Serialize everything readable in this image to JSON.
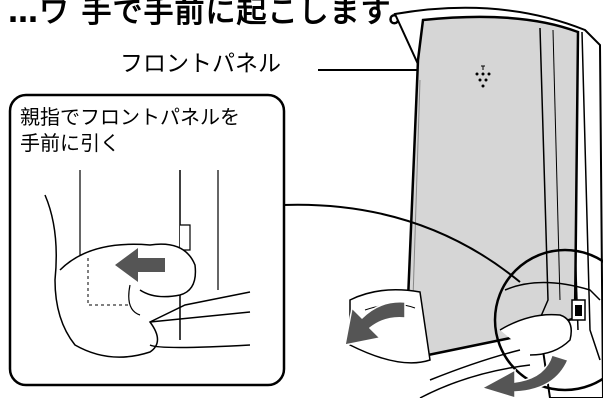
{
  "top_text": "…ワ 手で手前に起こします。",
  "labels": {
    "front_panel": "フロントパネル",
    "callout_line1": "親指でフロントパネルを",
    "callout_line2": "手前に引く"
  },
  "colors": {
    "panel_fill": "#d6d6d6",
    "arrow_fill": "#555555",
    "stroke": "#000000"
  },
  "icons": [
    "brand-logo-icon",
    "arrow-left-icon",
    "curved-arrow-icon"
  ]
}
